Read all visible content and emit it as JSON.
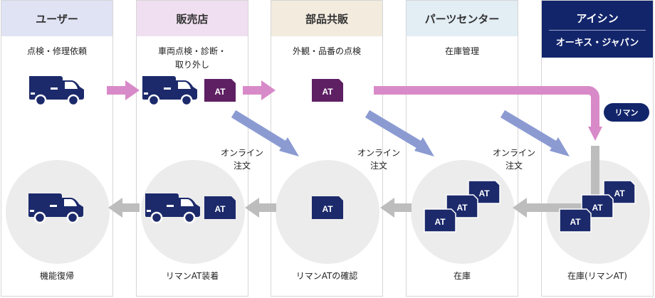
{
  "columns": [
    {
      "header": "ユーザー",
      "step": "点検・修理依頼",
      "caption": "機能復帰",
      "header_bg": "#e0e3f4"
    },
    {
      "header": "販売店",
      "step_line1": "車両点検・診断・",
      "step_line2": "取り外し",
      "caption": "リマンAT装着",
      "header_bg": "#f0dff0"
    },
    {
      "header": "部品共販",
      "step": "外観・品番の点検",
      "caption": "リマンATの確認",
      "header_bg": "#f2ebde"
    },
    {
      "header": "パーツセンター",
      "step": "在庫管理",
      "caption": "在庫",
      "header_bg": "#e2edf4"
    },
    {
      "header_line1": "アイシン",
      "header_line2": "オーキス・ジャパン",
      "caption": "在庫(リマンAT)",
      "header_bg": "#12256b"
    }
  ],
  "online_order": {
    "line1": "オンライン",
    "line2": "注文"
  },
  "reman_badge": "リマン",
  "at_label": "AT",
  "colors": {
    "navy": "#1c2a6b",
    "at_purple": "#5e1f63",
    "pink_arrow": "#d88ac8",
    "blue_arrow": "#8b9bd2",
    "gray_arrow": "#bdbdbd",
    "circle_bg": "#ececec",
    "badge": "#12256b"
  }
}
